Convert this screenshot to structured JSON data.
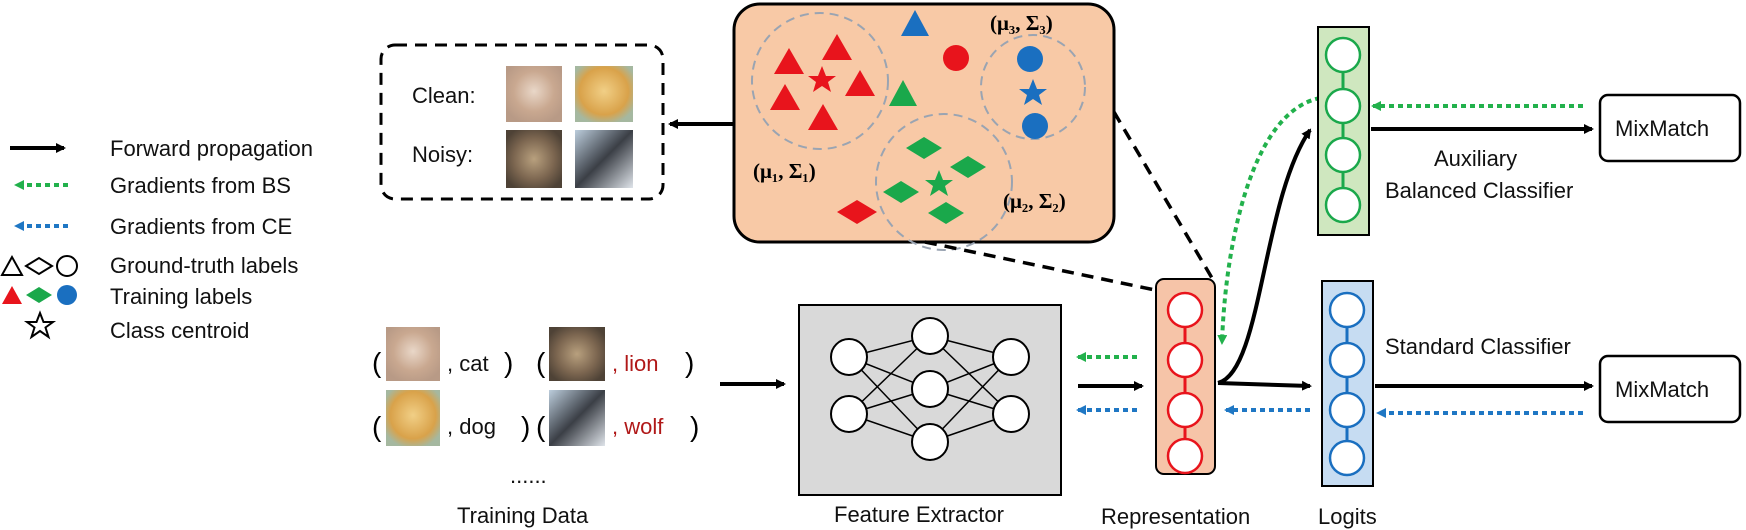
{
  "legend": {
    "forward": "Forward propagation",
    "grad_bs": "Gradients from BS",
    "grad_ce": "Gradients from CE",
    "gt_labels": "Ground-truth labels",
    "train_labels": "Training labels",
    "centroid": "Class centroid"
  },
  "clean_noisy": {
    "clean": "Clean:",
    "noisy": "Noisy:"
  },
  "clusters": {
    "c1": "(μ₁, Σ₁)",
    "c2": "(μ₂, Σ₂)",
    "c3": "(μ₃, Σ₃)"
  },
  "training_data": {
    "row1_label1": ", cat",
    "row1_label2": ", lion",
    "row2_label1": ", dog",
    "row2_label2": ", wolf",
    "ellipsis": "......",
    "caption": "Training Data",
    "open_paren": "(",
    "close_paren": ")"
  },
  "blocks": {
    "feature_extractor": "Feature Extractor",
    "representation": "Representation",
    "logits": "Logits",
    "aux_classifier_line1": "Auxiliary",
    "aux_classifier_line2": "Balanced Classifier",
    "std_classifier": "Standard Classifier",
    "mixmatch_top": "MixMatch",
    "mixmatch_bottom": "MixMatch"
  },
  "colors": {
    "red": "#e8141c",
    "green": "#1aa84b",
    "blue": "#1a6fc0",
    "grad_green": "#22b14c",
    "grad_blue": "#1f77c4",
    "cluster_bg": "#f8c9a6",
    "repr_bg": "#f6c4a8",
    "aux_bg": "#cfe7bf",
    "logit_bg": "#c6dcf2",
    "fe_bg": "#d9d9d9",
    "label_red": "#b01818"
  }
}
